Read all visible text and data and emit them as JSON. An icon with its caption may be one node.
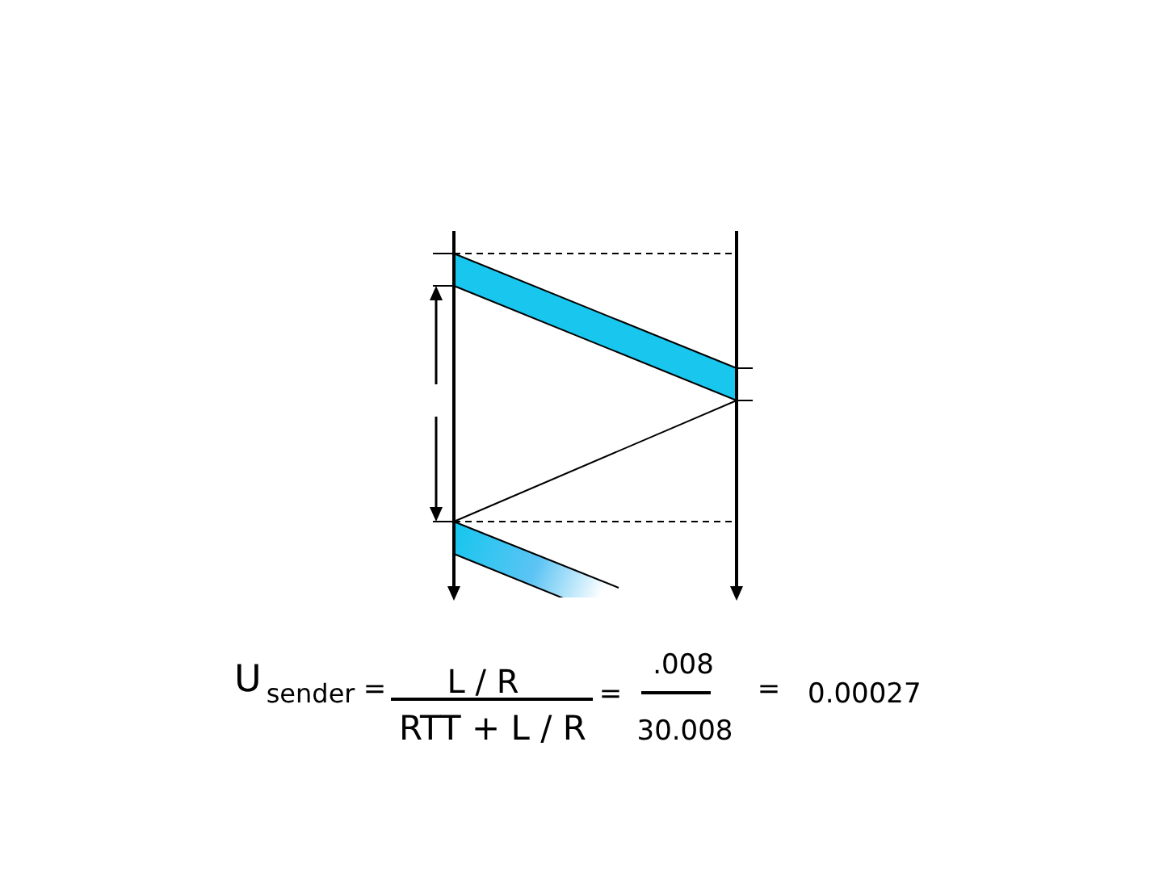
{
  "diagram": {
    "labels": [
      "U$_{sender}$",
      "=",
      "L / R",
      "RTT + L / R",
      "=",
      ".008",
      "30.008",
      "=",
      "0.00027"
    ]
  }
}
